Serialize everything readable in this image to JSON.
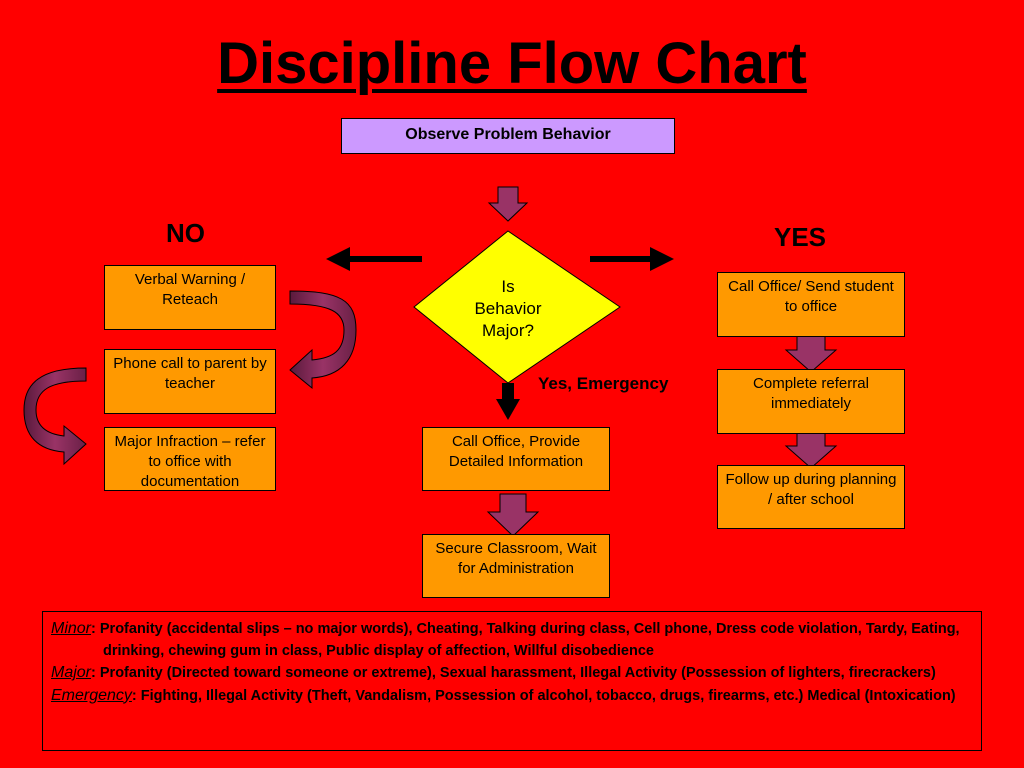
{
  "title": "Discipline Flow Chart",
  "start": "Observe Problem Behavior",
  "decision": [
    "Is",
    "Behavior",
    "Major?"
  ],
  "labels": {
    "no": "NO",
    "yes": "YES",
    "emergency": "Yes, Emergency"
  },
  "no_path": [
    "Verbal Warning / Reteach",
    "Phone call to parent by teacher",
    "Major Infraction – refer to office with documentation"
  ],
  "emergency_path": [
    "Call Office, Provide Detailed Information",
    "Secure Classroom, Wait for Administration"
  ],
  "yes_path": [
    "Call Office/ Send student to office",
    "Complete referral immediately",
    "Follow up during planning / after school"
  ],
  "legend": [
    {
      "term": "Minor",
      "text": " Profanity (accidental slips – no major words), Cheating, Talking during class, Cell phone, Dress code violation, Tardy, Eating, drinking, chewing gum in class, Public display of affection, Willful disobedience"
    },
    {
      "term": "Major",
      "text": " Profanity (Directed toward someone or extreme), Sexual harassment, Illegal Activity (Possession of lighters, firecrackers)"
    },
    {
      "term": "Emergency",
      "text": " Fighting, Illegal Activity (Theft, Vandalism, Possession of alcohol, tobacco, drugs, firearms, etc.) Medical (Intoxication)"
    }
  ],
  "colors": {
    "background": "#ff0000",
    "box": "#ff9900",
    "start_box": "#cc99ff",
    "diamond": "#ffff00",
    "block_arrow": "#993366"
  }
}
